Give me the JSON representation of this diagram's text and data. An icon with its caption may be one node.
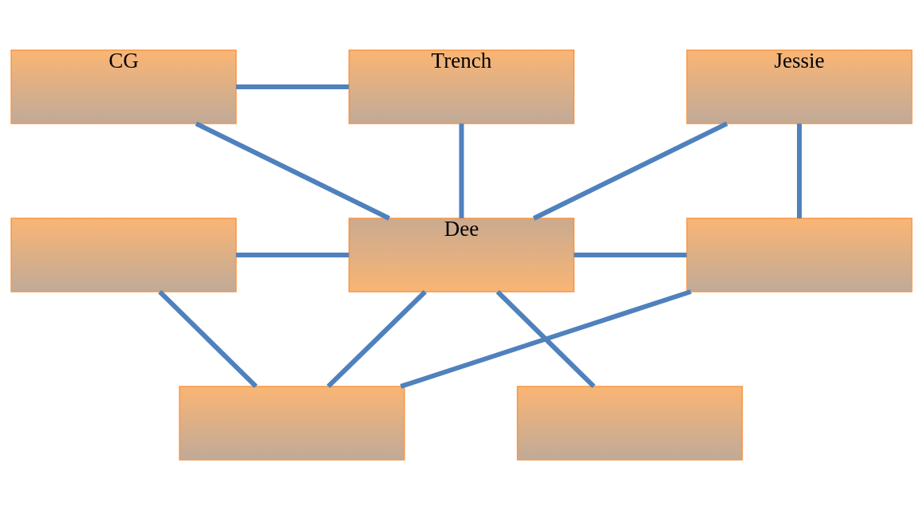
{
  "diagram": {
    "nodes": [
      {
        "text": [
          "CG"
        ]
      },
      {
        "text": [
          "Trench"
        ]
      },
      {
        "text": [
          "Jessie"
        ]
      },
      {
        "text": [],
        "shape": "box"
      },
      {
        "text": [
          "Dee"
        ]
      },
      {
        "text": [],
        "shape": "box"
      },
      {
        "text": [],
        "shape": "box"
      },
      {
        "text": [],
        "shape": "box"
      }
    ],
    "edges": [
      {
        "from": 0,
        "to": 1,
        "arrow": "none"
      },
      {
        "from": 0,
        "to": 4,
        "arrow": "none"
      },
      {
        "from": 1,
        "to": 4,
        "arrow": "none"
      },
      {
        "from": 2,
        "to": 4,
        "arrow": "none"
      },
      {
        "from": 2,
        "to": 5,
        "arrow": "none"
      },
      {
        "from": 3,
        "to": 4,
        "arrow": "none"
      },
      {
        "from": 4,
        "to": 5,
        "arrow": "none"
      },
      {
        "from": 3,
        "to": 6,
        "arrow": "none"
      },
      {
        "from": 4,
        "to": 6,
        "arrow": "none"
      },
      {
        "from": 5,
        "to": 6,
        "arrow": "none"
      },
      {
        "from": 4,
        "to": 7,
        "arrow": "none"
      }
    ]
  }
}
